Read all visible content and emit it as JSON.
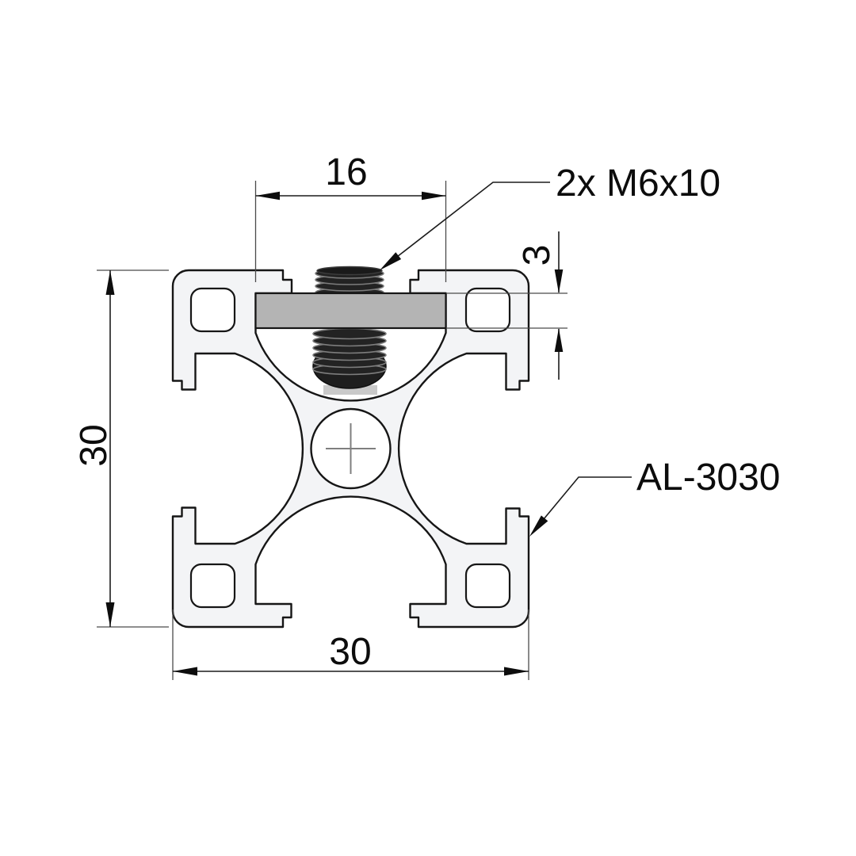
{
  "drawing": {
    "kind": "technical-cross-section",
    "part_callout": "AL-3030",
    "screw_callout": "2x M6x10",
    "dim_slot_width": "16",
    "dim_plate_thickness": "3",
    "dim_profile_height": "30",
    "dim_profile_width": "30"
  },
  "colors": {
    "background": "#ffffff",
    "profile_fill": "#f3f4f6",
    "outline": "#161616",
    "plate_fill": "#b4b4b4",
    "screw_body": "#232323",
    "screw_highlight": "#7d7d7d",
    "shadow": "#c9c9c9",
    "dim_line": "#1c1c1c",
    "ext_line": "#4a4a4a",
    "center_mark": "#7f7f7f",
    "text": "#0c0c0c"
  }
}
